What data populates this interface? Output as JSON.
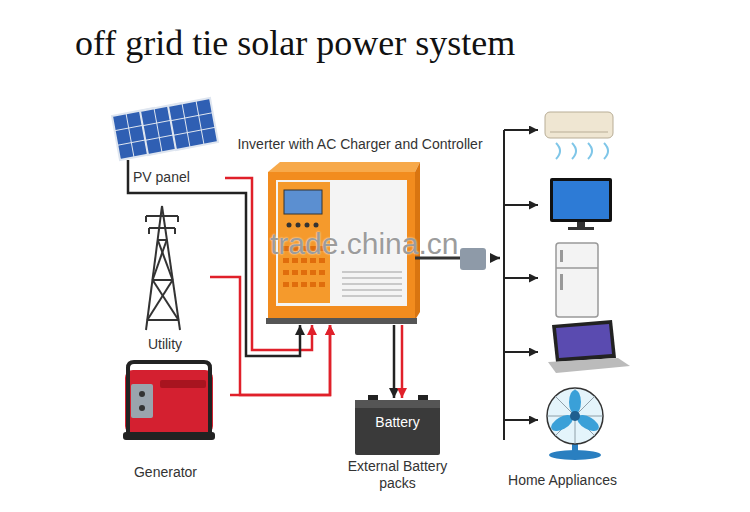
{
  "diagram": {
    "title": "off grid tie solar power system",
    "nodes": [
      {
        "text": [
          "PV panel"
        ]
      },
      {
        "text": [
          "Utility"
        ]
      },
      {
        "text": [
          "Generator"
        ]
      },
      {
        "text": [
          "Inverter with AC Charger and Controller"
        ]
      },
      {
        "text": [
          "Battery",
          "External Battery packs"
        ]
      },
      {
        "text": [
          "Home Appliances"
        ]
      }
    ],
    "edges": [
      {
        "from": 0,
        "to": 3,
        "arrow": "to"
      },
      {
        "from": 1,
        "to": 3,
        "arrow": "to"
      },
      {
        "from": 2,
        "to": 3,
        "arrow": "to"
      },
      {
        "from": 3,
        "to": 4,
        "arrow": "to"
      },
      {
        "from": 3,
        "to": 5,
        "arrow": "to"
      }
    ],
    "labels": [
      "trade.china.cn"
    ]
  }
}
